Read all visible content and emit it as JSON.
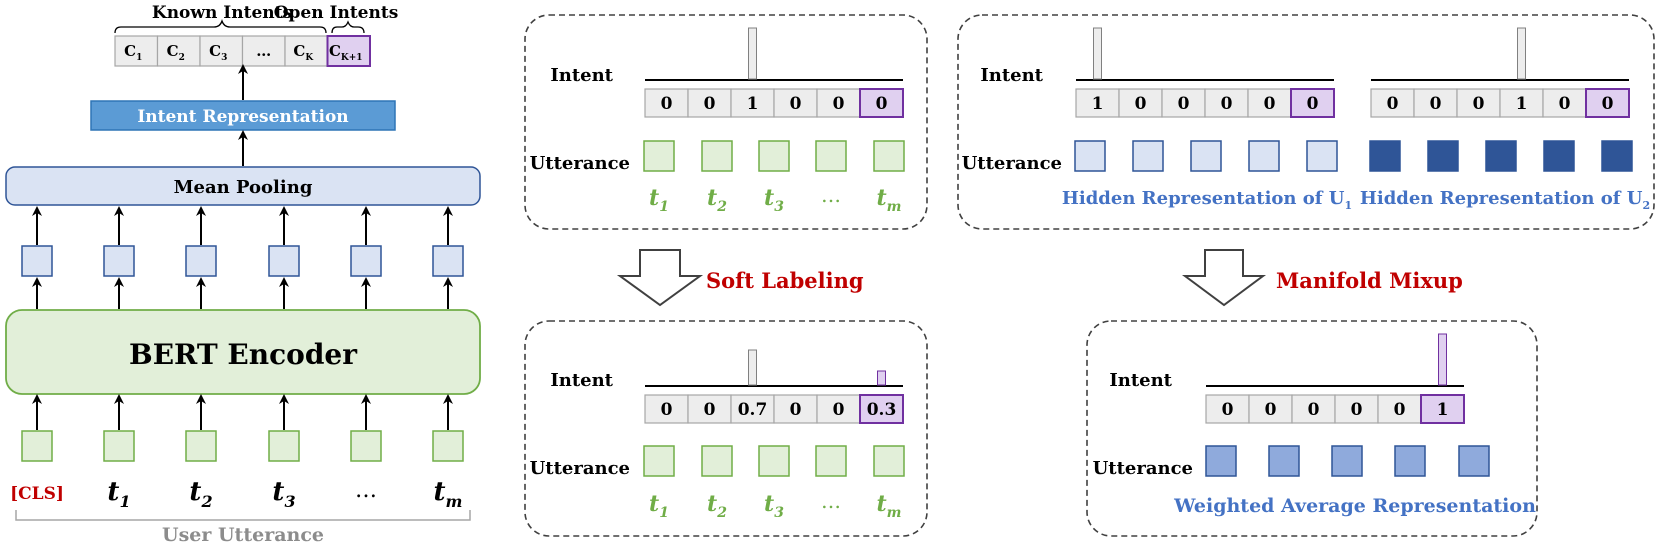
{
  "colors": {
    "green_fill": "#e2efd9",
    "green_stroke": "#70ad47",
    "token_green": "#70ad47",
    "blue_light_fill": "#dae3f3",
    "blue_stroke": "#2f5597",
    "blue_dark_fill": "#2f5597",
    "blue_mid_fill": "#8faadc",
    "purple_fill": "#e0d0f0",
    "purple_stroke": "#7030a0",
    "header_blue": "#5b9bd5",
    "red_label": "#c00000",
    "blue_label": "#4472c4",
    "gray_label": "#8c8c8c",
    "cell_gray": "#ededed"
  },
  "left": {
    "known_intents_label": "Known Intents",
    "open_intents_label": "Open Intents",
    "classes": [
      "C",
      "C",
      "C",
      "…",
      "C",
      "C"
    ],
    "class_subs": [
      "1",
      "2",
      "3",
      "",
      "K",
      "K+1"
    ],
    "intent_representation_label": "Intent Representation",
    "mean_pooling_label": "Mean Pooling",
    "bert_encoder_label": "BERT Encoder",
    "tokens": [
      "[CLS]",
      "t",
      "t",
      "t",
      "…",
      "t"
    ],
    "token_subs": [
      "",
      "1",
      "2",
      "3",
      "",
      "m"
    ],
    "user_utterance_label": "User Utterance"
  },
  "panels": {
    "intent_label": "Intent",
    "utterance_label": "Utterance",
    "soft_label_top": {
      "values": [
        "0",
        "0",
        "1",
        "0",
        "0",
        "0"
      ],
      "tokens": [
        "t",
        "t",
        "t",
        "…",
        "t"
      ],
      "token_subs": [
        "1",
        "2",
        "3",
        "",
        "m"
      ]
    },
    "soft_label_bottom": {
      "values": [
        "0",
        "0",
        "0.7",
        "0",
        "0",
        "0.3"
      ],
      "tokens": [
        "t",
        "t",
        "t",
        "…",
        "t"
      ],
      "token_subs": [
        "1",
        "2",
        "3",
        "",
        "m"
      ]
    },
    "mixup_top": {
      "values_u1": [
        "1",
        "0",
        "0",
        "0",
        "0",
        "0"
      ],
      "values_u2": [
        "0",
        "0",
        "0",
        "1",
        "0",
        "0"
      ],
      "hidden_u1_label": "Hidden Representation of U",
      "hidden_u1_sub": "1",
      "hidden_u2_label": "Hidden Representation of U",
      "hidden_u2_sub": "2"
    },
    "mixup_bottom": {
      "values": [
        "0",
        "0",
        "0",
        "0",
        "0",
        "1"
      ],
      "weighted_label": "Weighted Average Representation"
    },
    "soft_labeling_label": "Soft Labeling",
    "manifold_mixup_label": "Manifold Mixup"
  }
}
